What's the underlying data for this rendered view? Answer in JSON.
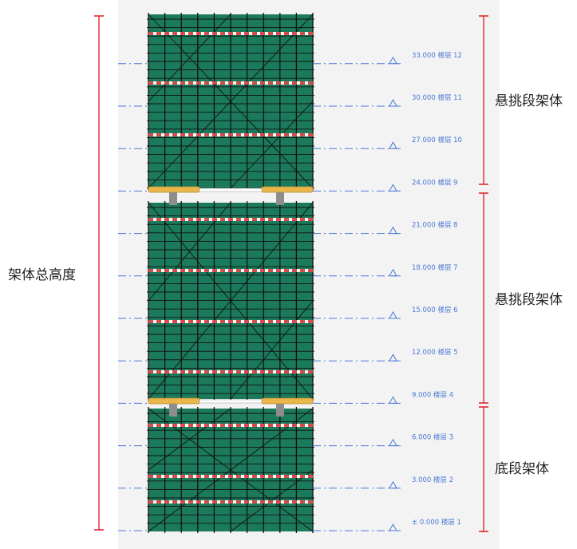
{
  "labels": {
    "total_height": "架体总高度",
    "upper_cantilever": "悬挑段架体",
    "middle_cantilever": "悬挑段架体",
    "bottom": "底段架体"
  },
  "levels": [
    {
      "elevation": "33.000",
      "floor": "楼层 12"
    },
    {
      "elevation": "30.000",
      "floor": "楼层 11"
    },
    {
      "elevation": "27.000",
      "floor": "楼层 10"
    },
    {
      "elevation": "24.000",
      "floor": "楼层 9"
    },
    {
      "elevation": "21.000",
      "floor": "楼层 8"
    },
    {
      "elevation": "18.000",
      "floor": "楼层 7"
    },
    {
      "elevation": "15.000",
      "floor": "楼层 6"
    },
    {
      "elevation": "12.000",
      "floor": "楼层 5"
    },
    {
      "elevation": "9.000",
      "floor": "楼层 4"
    },
    {
      "elevation": "6.000",
      "floor": "楼层 3"
    },
    {
      "elevation": "3.000",
      "floor": "楼层 2"
    },
    {
      "elevation": "± 0.000",
      "floor": "楼层 1"
    }
  ],
  "colors": {
    "net": "#1b7a5c",
    "pole": "#111111",
    "band": "#d94b4b",
    "beam": "#e8b64a",
    "level_line": "#4a78d6",
    "dim": "#e0282e"
  }
}
